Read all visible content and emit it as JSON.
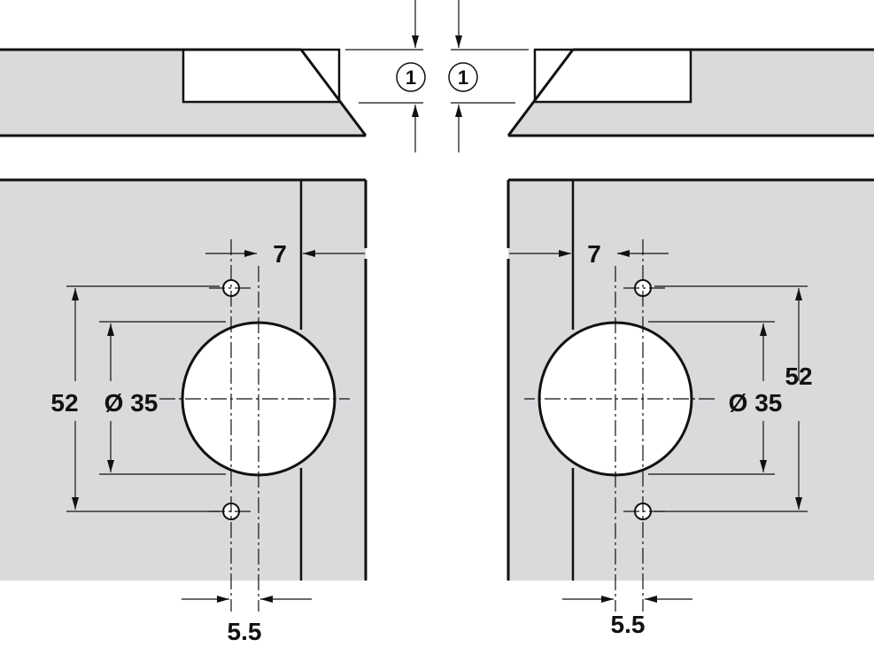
{
  "colors": {
    "panel_fill": "#d9dadc",
    "line": "#111111",
    "cutout": "#ffffff"
  },
  "labels": {
    "gap_left": "1",
    "gap_right": "1",
    "left": {
      "offset": "7",
      "hole_spacing": "52",
      "cup_diameter": "Ø 35",
      "edge_distance": "5.5"
    },
    "right": {
      "offset": "7",
      "hole_spacing": "52",
      "cup_diameter": "Ø 35",
      "edge_distance": "5.5"
    }
  }
}
